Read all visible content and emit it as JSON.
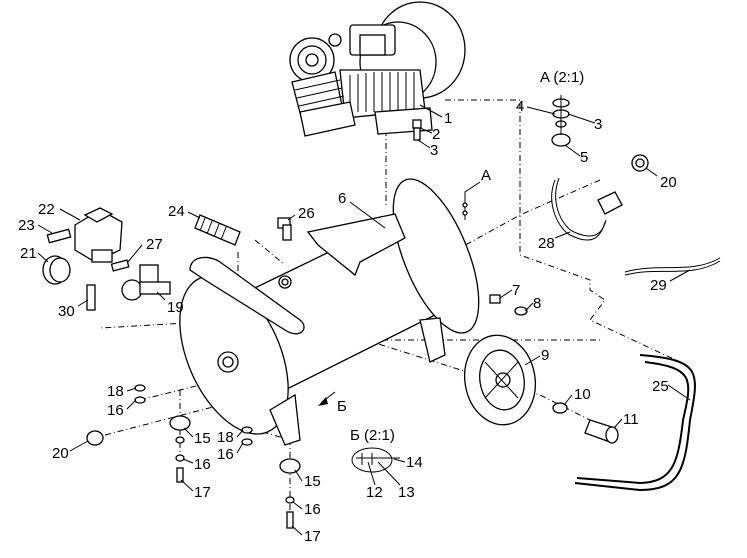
{
  "detail_a_title": "A (2:1)",
  "detail_b_title": "Б (2:1)",
  "view_arrow_a": "A",
  "view_arrow_b": "Б",
  "labels": [
    {
      "id": "1",
      "text": "1"
    },
    {
      "id": "2",
      "text": "2"
    },
    {
      "id": "3a",
      "text": "3"
    },
    {
      "id": "3b",
      "text": "3"
    },
    {
      "id": "4",
      "text": "4"
    },
    {
      "id": "5",
      "text": "5"
    },
    {
      "id": "6",
      "text": "6"
    },
    {
      "id": "7",
      "text": "7"
    },
    {
      "id": "8",
      "text": "8"
    },
    {
      "id": "9",
      "text": "9"
    },
    {
      "id": "10",
      "text": "10"
    },
    {
      "id": "11",
      "text": "11"
    },
    {
      "id": "12",
      "text": "12"
    },
    {
      "id": "13",
      "text": "13"
    },
    {
      "id": "14",
      "text": "14"
    },
    {
      "id": "15a",
      "text": "15"
    },
    {
      "id": "15b",
      "text": "15"
    },
    {
      "id": "16a",
      "text": "16"
    },
    {
      "id": "16b",
      "text": "16"
    },
    {
      "id": "16c",
      "text": "16"
    },
    {
      "id": "16d",
      "text": "16"
    },
    {
      "id": "17a",
      "text": "17"
    },
    {
      "id": "17b",
      "text": "17"
    },
    {
      "id": "18a",
      "text": "18"
    },
    {
      "id": "18b",
      "text": "18"
    },
    {
      "id": "19",
      "text": "19"
    },
    {
      "id": "20a",
      "text": "20"
    },
    {
      "id": "20b",
      "text": "20"
    },
    {
      "id": "21",
      "text": "21"
    },
    {
      "id": "22",
      "text": "22"
    },
    {
      "id": "23",
      "text": "23"
    },
    {
      "id": "24",
      "text": "24"
    },
    {
      "id": "25",
      "text": "25"
    },
    {
      "id": "26",
      "text": "26"
    },
    {
      "id": "27",
      "text": "27"
    },
    {
      "id": "28",
      "text": "28"
    },
    {
      "id": "29",
      "text": "29"
    },
    {
      "id": "30",
      "text": "30"
    }
  ]
}
